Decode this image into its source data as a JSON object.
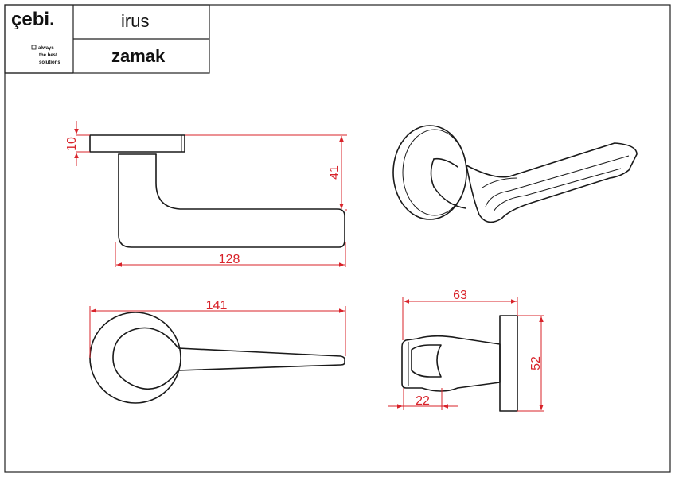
{
  "title_block": {
    "brand": "çebi.",
    "tagline": [
      "always",
      "the best",
      "solutions"
    ],
    "model": "irus",
    "material": "zamak"
  },
  "dimensions": {
    "rose_thickness": "10",
    "height": "41",
    "length_side": "128",
    "length_top": "141",
    "projection": "63",
    "rose_diameter": "52",
    "neck": "22"
  },
  "colors": {
    "line": "#1a1a1a",
    "dimension": "#d8232a"
  }
}
